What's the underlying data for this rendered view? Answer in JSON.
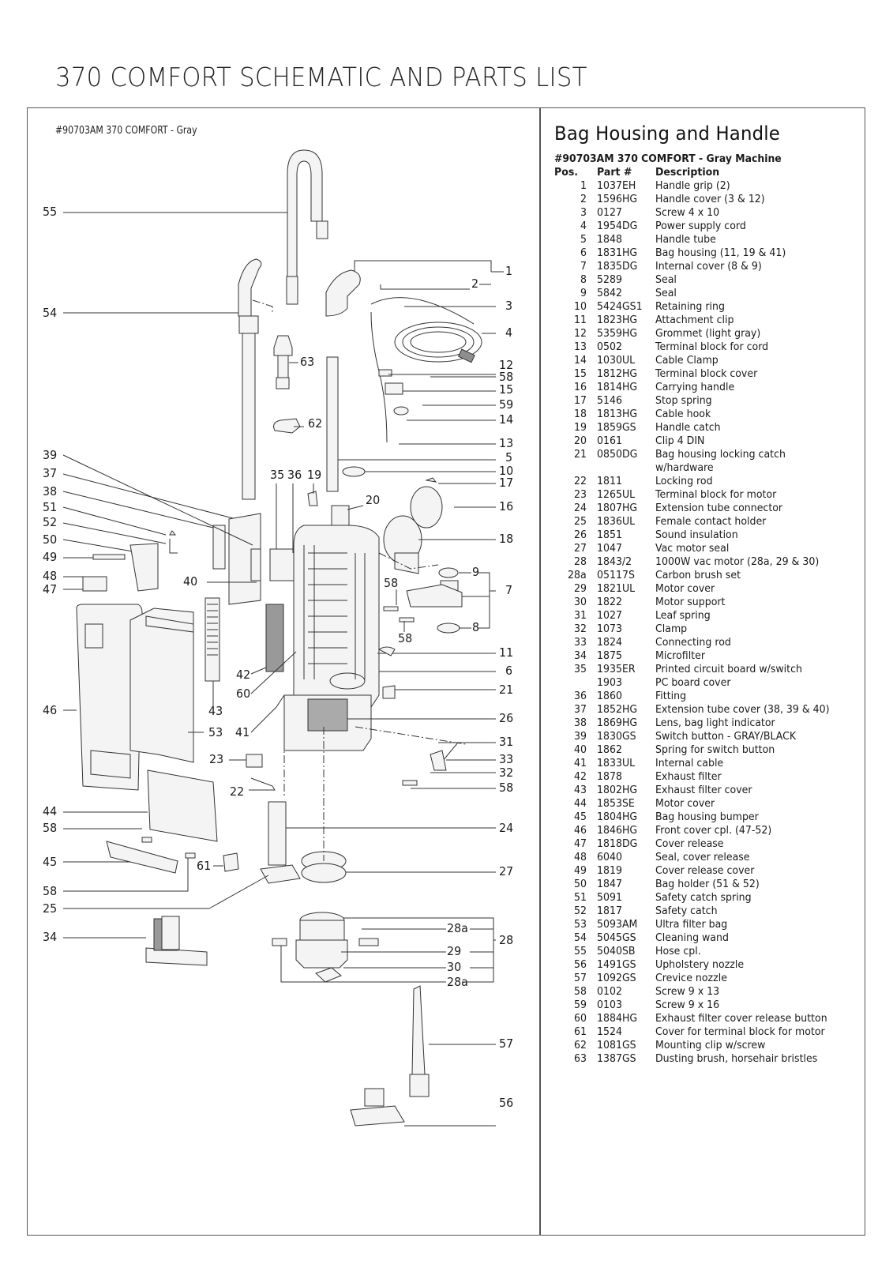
{
  "page": {
    "title": "370 COMFORT SCHEMATIC AND PARTS LIST"
  },
  "schematic": {
    "caption": "#90703AM  370 COMFORT - Gray",
    "callouts": {
      "c55": "55",
      "c54": "54",
      "c63": "63",
      "c62": "62",
      "c1": "1",
      "c2": "2",
      "c3": "3",
      "c4": "4",
      "c12": "12",
      "c58a": "58",
      "c15": "15",
      "c59": "59",
      "c14": "14",
      "c13": "13",
      "c5": "5",
      "c10": "10",
      "c17": "17",
      "c16": "16",
      "c18": "18",
      "c9": "9",
      "c7": "7",
      "c8": "8",
      "c58b": "58",
      "c58c": "58",
      "c11": "11",
      "c6": "6",
      "c21": "21",
      "c26": "26",
      "c31": "31",
      "c33": "33",
      "c32": "32",
      "c58d": "58",
      "c24": "24",
      "c27": "27",
      "c28a1": "28a",
      "c28": "28",
      "c29": "29",
      "c30": "30",
      "c28a2": "28a",
      "c57": "57",
      "c56": "56",
      "c39": "39",
      "c37": "37",
      "c38": "38",
      "c51": "51",
      "c52": "52",
      "c50": "50",
      "c49": "49",
      "c48": "48",
      "c47": "47",
      "c40": "40",
      "c35": "35",
      "c36": "36",
      "c19": "19",
      "c20": "20",
      "c42": "42",
      "c60": "60",
      "c43": "43",
      "c41": "41",
      "c53": "53",
      "c46": "46",
      "c23": "23",
      "c22": "22",
      "c44": "44",
      "c58e": "58",
      "c45": "45",
      "c61": "61",
      "c58f": "58",
      "c25": "25",
      "c34": "34"
    }
  },
  "parts_list": {
    "section_title": "Bag Housing and Handle",
    "machine": "#90703AM 370 COMFORT - Gray Machine",
    "headers": {
      "pos": "Pos.",
      "part": "Part #",
      "desc": "Description"
    },
    "rows": [
      {
        "pos": "1",
        "part": "1037EH",
        "desc": "Handle grip (2)"
      },
      {
        "pos": "2",
        "part": "1596HG",
        "desc": "Handle cover (3 & 12)"
      },
      {
        "pos": "3",
        "part": "0127",
        "desc": "Screw 4 x 10"
      },
      {
        "pos": "4",
        "part": "1954DG",
        "desc": "Power supply cord"
      },
      {
        "pos": "5",
        "part": "1848",
        "desc": "Handle tube"
      },
      {
        "pos": "6",
        "part": "1831HG",
        "desc": "Bag housing (11, 19 & 41)"
      },
      {
        "pos": "7",
        "part": "1835DG",
        "desc": "Internal cover (8 & 9)"
      },
      {
        "pos": "8",
        "part": "5289",
        "desc": "Seal"
      },
      {
        "pos": "9",
        "part": "5842",
        "desc": "Seal"
      },
      {
        "pos": "10",
        "part": "5424GS1",
        "desc": "Retaining ring"
      },
      {
        "pos": "11",
        "part": "1823HG",
        "desc": "Attachment clip"
      },
      {
        "pos": "12",
        "part": "5359HG",
        "desc": "Grommet (light gray)"
      },
      {
        "pos": "13",
        "part": "0502",
        "desc": "Terminal block for cord"
      },
      {
        "pos": "14",
        "part": "1030UL",
        "desc": "Cable Clamp"
      },
      {
        "pos": "15",
        "part": "1812HG",
        "desc": "Terminal block cover"
      },
      {
        "pos": "16",
        "part": "1814HG",
        "desc": "Carrying handle"
      },
      {
        "pos": "17",
        "part": "5146",
        "desc": "Stop spring"
      },
      {
        "pos": "18",
        "part": "1813HG",
        "desc": "Cable hook"
      },
      {
        "pos": "19",
        "part": "1859GS",
        "desc": "Handle catch"
      },
      {
        "pos": "20",
        "part": "0161",
        "desc": "Clip 4 DIN"
      },
      {
        "pos": "21",
        "part": "0850DG",
        "desc": "Bag housing locking catch"
      },
      {
        "pos": "",
        "part": "",
        "desc": "w/hardware"
      },
      {
        "pos": "22",
        "part": "1811",
        "desc": "Locking rod"
      },
      {
        "pos": "23",
        "part": "1265UL",
        "desc": "Terminal block for motor"
      },
      {
        "pos": "24",
        "part": "1807HG",
        "desc": "Extension tube connector"
      },
      {
        "pos": "25",
        "part": "1836UL",
        "desc": "Female contact holder"
      },
      {
        "pos": "26",
        "part": "1851",
        "desc": "Sound insulation"
      },
      {
        "pos": "27",
        "part": "1047",
        "desc": "Vac motor seal"
      },
      {
        "pos": "28",
        "part": "1843/2",
        "desc": "1000W vac motor (28a, 29 & 30)"
      },
      {
        "pos": "28a",
        "part": "05117S",
        "desc": "Carbon brush set"
      },
      {
        "pos": "29",
        "part": "1821UL",
        "desc": "Motor cover"
      },
      {
        "pos": "30",
        "part": "1822",
        "desc": "Motor support"
      },
      {
        "pos": "31",
        "part": "1027",
        "desc": "Leaf spring"
      },
      {
        "pos": "32",
        "part": "1073",
        "desc": "Clamp"
      },
      {
        "pos": "33",
        "part": "1824",
        "desc": "Connecting rod"
      },
      {
        "pos": "34",
        "part": "1875",
        "desc": "Microfilter"
      },
      {
        "pos": "35",
        "part": "1935ER",
        "desc": "Printed circuit board w/switch"
      },
      {
        "pos": "",
        "part": "1903",
        "desc": "PC board cover"
      },
      {
        "pos": "36",
        "part": "1860",
        "desc": "Fitting"
      },
      {
        "pos": "37",
        "part": "1852HG",
        "desc": "Extension tube cover (38, 39 & 40)"
      },
      {
        "pos": "38",
        "part": "1869HG",
        "desc": "Lens, bag light indicator"
      },
      {
        "pos": "39",
        "part": "1830GS",
        "desc": "Switch button - GRAY/BLACK"
      },
      {
        "pos": "40",
        "part": "1862",
        "desc": "Spring for switch button"
      },
      {
        "pos": "41",
        "part": "1833UL",
        "desc": "Internal cable"
      },
      {
        "pos": "42",
        "part": "1878",
        "desc": "Exhaust filter"
      },
      {
        "pos": "43",
        "part": "1802HG",
        "desc": "Exhaust filter cover"
      },
      {
        "pos": "44",
        "part": "1853SE",
        "desc": "Motor cover"
      },
      {
        "pos": "45",
        "part": "1804HG",
        "desc": "Bag housing bumper"
      },
      {
        "pos": "46",
        "part": "1846HG",
        "desc": "Front cover cpl. (47-52)"
      },
      {
        "pos": "47",
        "part": "1818DG",
        "desc": "Cover release"
      },
      {
        "pos": "48",
        "part": "6040",
        "desc": "Seal, cover release"
      },
      {
        "pos": "49",
        "part": "1819",
        "desc": "Cover release cover"
      },
      {
        "pos": "50",
        "part": "1847",
        "desc": "Bag holder (51 & 52)"
      },
      {
        "pos": "51",
        "part": "5091",
        "desc": "Safety catch spring"
      },
      {
        "pos": "52",
        "part": "1817",
        "desc": "Safety catch"
      },
      {
        "pos": "53",
        "part": "5093AM",
        "desc": "Ultra filter bag"
      },
      {
        "pos": "54",
        "part": "5045GS",
        "desc": "Cleaning wand"
      },
      {
        "pos": "55",
        "part": "5040SB",
        "desc": "Hose cpl."
      },
      {
        "pos": "56",
        "part": "1491GS",
        "desc": "Upholstery nozzle"
      },
      {
        "pos": "57",
        "part": "1092GS",
        "desc": "Crevice nozzle"
      },
      {
        "pos": "58",
        "part": "0102",
        "desc": "Screw 9 x 13"
      },
      {
        "pos": "59",
        "part": "0103",
        "desc": "Screw 9 x 16"
      },
      {
        "pos": "60",
        "part": "1884HG",
        "desc": "Exhaust filter cover release button"
      },
      {
        "pos": "61",
        "part": "1524",
        "desc": "Cover for terminal block for motor"
      },
      {
        "pos": "62",
        "part": "1081GS",
        "desc": "Mounting clip w/screw"
      },
      {
        "pos": "63",
        "part": "1387GS",
        "desc": "Dusting brush, horsehair bristles"
      }
    ]
  }
}
